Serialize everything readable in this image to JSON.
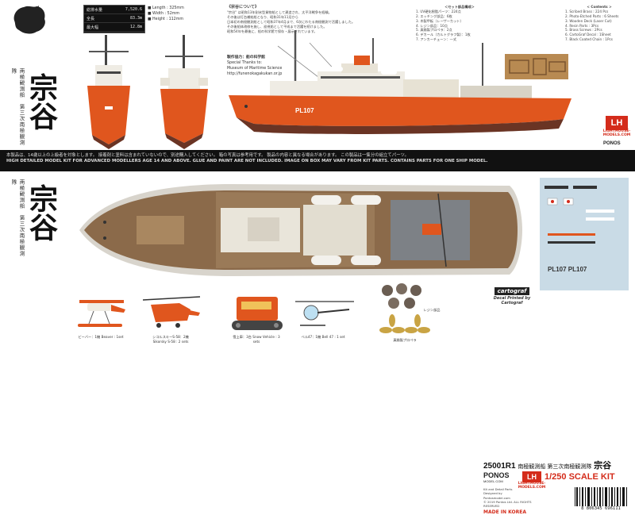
{
  "top": {
    "ship_name_kanji": "宗谷",
    "vertical_title": "南極観測船　第三次南極観測隊",
    "spec_table": [
      {
        "k": "総排水量",
        "v": "7,520.6"
      },
      {
        "k": "全長",
        "v": "83.3m"
      },
      {
        "k": "最大幅",
        "v": "12.8m"
      }
    ],
    "dimensions": [
      "■ Length : 325mm",
      "■ Width : 52mm",
      "■ Height : 112mm"
    ],
    "history_heading": "《宗谷について》",
    "history_text": [
      "\"宗谷\" は昭和13年耐氷型貨物船として建造され、太平洋戦争を経験。",
      "その後は灯台補給船となり、昭和31年11月から",
      "日本初の南極観測船として昭和37年4月まで、6次にわたる南極観測で活躍しました。",
      "その後船体改修を施し、巡視船として平成まで活躍を続けました。",
      "昭和54年を最後に、船の科学館で保存・展示されています。"
    ],
    "credit_heading": "製作協力：船の科学館",
    "credit_thanks": "Special Thanks to:",
    "credit_museum": "Museum of Maritime Science",
    "credit_url": "http://funenokagakukan.or.jp",
    "parts_jp_heading": "＜セット部品構成＞",
    "parts_jp": [
      "1. UV硬化樹脂パーツ：224点",
      "2. エッチング部品：6枚",
      "3. 木製甲板（レーザーカット）",
      "4. レジン部品：10点",
      "5. 真鍮製プロペラ：2点",
      "6. デカール（カルトグラフ製）：1枚",
      "7. アンカーチェーン：一式"
    ],
    "parts_en_heading": "< Contents >",
    "parts_en": [
      "1. Scribed Brass : 224 Pcs",
      "2. Photo-Etched Parts : 6 Sheets",
      "3. Wooden Deck (Laser Cut)",
      "4. Resin Parts : 3Pcs",
      "5. Brass Screws : 2Pcs",
      "6. CartoGraf Decal : 1Sheet",
      "7. Black Coated Chain : 1Pcs"
    ],
    "hull_number": "PL107",
    "disclaimer_jp": "本製品は、14歳以上の上級者を対象とします。 接着剤と塗料は含まれていないので、別途購入してください。 箱の写真は参考用です。 製品の内容と異なる場合があります。 この製品は一隻分の組立てパーツ。",
    "disclaimer_en": "HIGH DETAILED MODEL KIT FOR ADVANCED MODELLERS AGE 14 AND ABOVE.  GLUE AND PAINT ARE NOT INCLUDED.  IMAGE ON BOX MAY VARY FROM KIT PARTS.  CONTAINS PARTS FOR ONE SHIP MODEL."
  },
  "bottom": {
    "ship_name_kanji": "宗谷",
    "vertical_title": "南極観測船　第三次南極観測隊",
    "decal_maker": "cartograf",
    "decal_printed": "Decal Printed by Cartograf",
    "product_code": "25001R1",
    "product_title_jp": "南極観測船 第三次南極観測隊",
    "product_name_jp": "宗谷",
    "scale": "1/250 SCALE KIT",
    "made_in": "MADE IN KOREA",
    "barcode": "8 806345 696111",
    "address": [
      "Kit and Detail Parts",
      "Designed by",
      "Pontosmodel.com",
      "© 2019 Pontos Ltd. ALL RIGHTS RESERVED"
    ],
    "accessories": [
      {
        "jp": "ビーバー：1機",
        "en": "Beaver : 1set"
      },
      {
        "jp": "シコルスキーS-58：2機",
        "en": "Sikorsky S-58 : 2 sets"
      },
      {
        "jp": "雪上車：3台",
        "en": "Snow Vehicle : 3 sets"
      },
      {
        "jp": "ベル47：1機",
        "en": "Bell 47 : 1 set"
      }
    ],
    "resin_label": "レジン部品",
    "propeller_label": "真鍮製プロペラ"
  },
  "brand": {
    "lh_mark": "LH",
    "lh_text": "LIGHTHOUSE-MODELS.COM",
    "ponos": "PONOS",
    "ponos_sub": "MODEL.COM"
  },
  "colors": {
    "hull_red": "#e0561e",
    "deck_wood": "#8b6a4a",
    "super_white": "#f0ede6",
    "brand_red": "#d42c1b"
  }
}
